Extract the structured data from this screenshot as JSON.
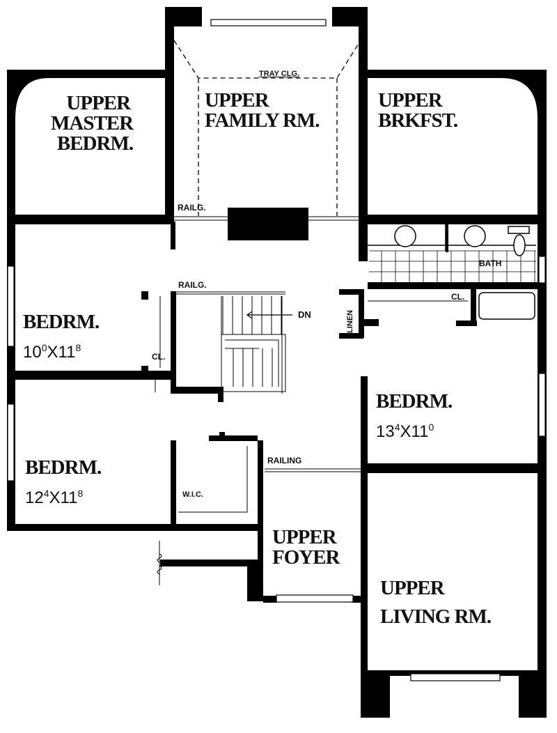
{
  "rooms": {
    "master": {
      "lines": [
        "UPPER",
        "MASTER",
        "BEDRM."
      ]
    },
    "family": {
      "lines": [
        "UPPER",
        "FAMILY RM."
      ]
    },
    "brkfst": {
      "lines": [
        "UPPER",
        "BRKFST."
      ]
    },
    "bed1": {
      "lines": [
        "BEDRM."
      ],
      "dim_a": "10",
      "dim_a_sup": "0",
      "dim_b": "11",
      "dim_b_sup": "8"
    },
    "bed2": {
      "lines": [
        "BEDRM."
      ],
      "dim_a": "13",
      "dim_a_sup": "4",
      "dim_b": "11",
      "dim_b_sup": "0"
    },
    "bed3": {
      "lines": [
        "BEDRM."
      ],
      "dim_a": "12",
      "dim_a_sup": "4",
      "dim_b": "11",
      "dim_b_sup": "8"
    },
    "foyer": {
      "lines": [
        "UPPER",
        "FOYER"
      ]
    },
    "living": {
      "lines": [
        "UPPER",
        "LIVING RM."
      ]
    }
  },
  "notes": {
    "tray": "TRAY CLG.",
    "railg1": "RAILG.",
    "railg2": "RAILG.",
    "railing": "RAILING",
    "bath": "BATH",
    "cl1": "CL.",
    "cl2": "CL.",
    "dn": "DN",
    "linen": "LINEN",
    "wic": "W.I.C."
  },
  "colors": {
    "wall": "#000000",
    "background": "#ffffff"
  }
}
